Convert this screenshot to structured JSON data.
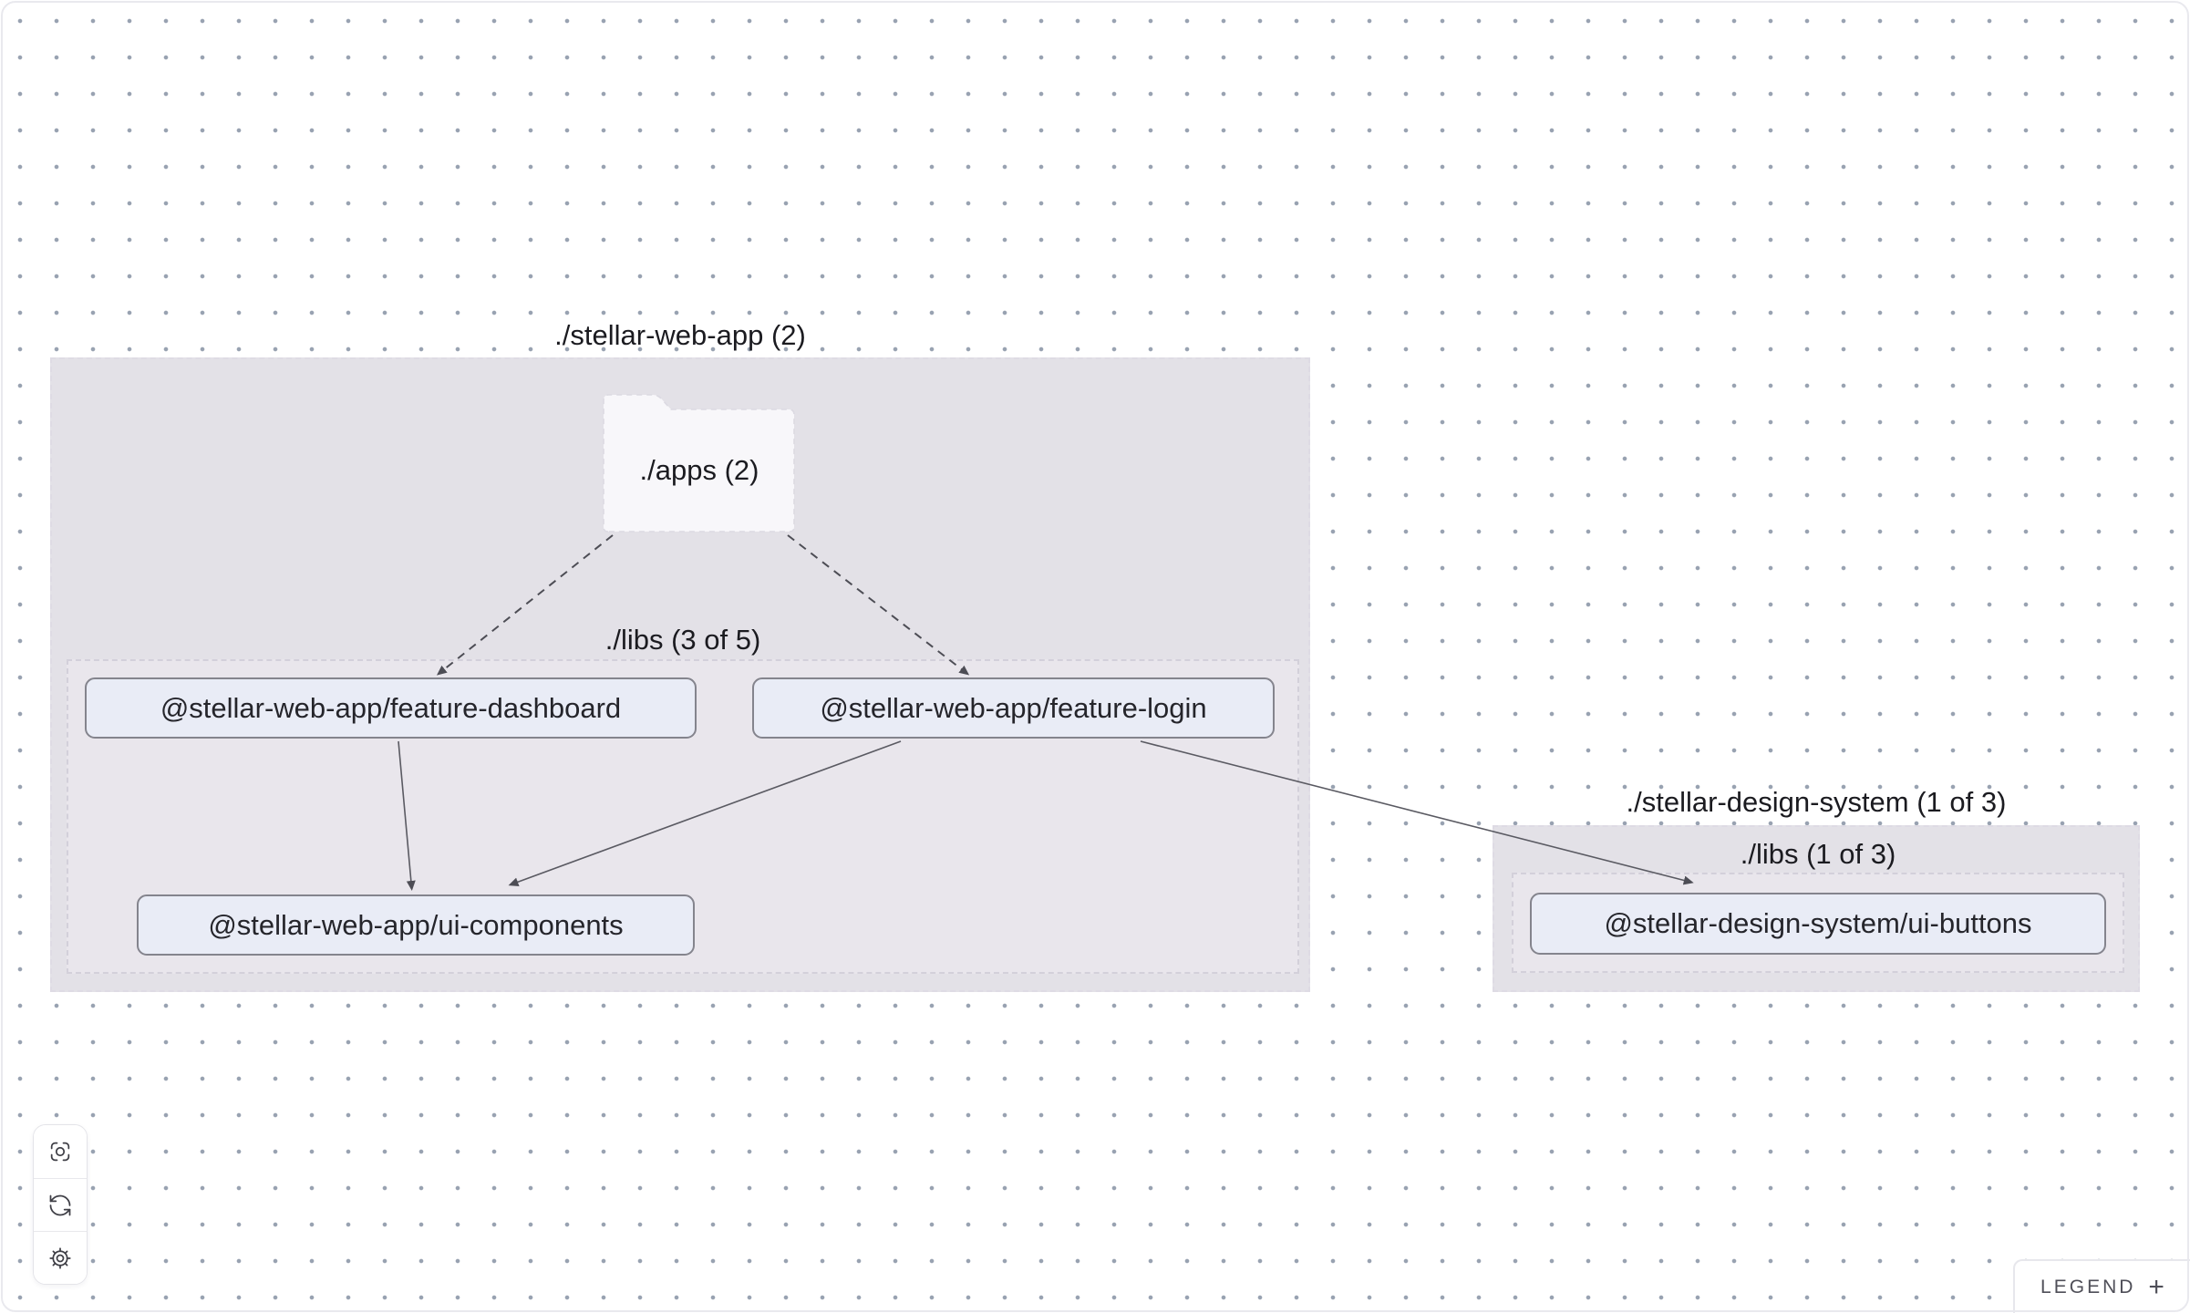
{
  "graph": {
    "group_web_app": {
      "label": "./stellar-web-app (2)"
    },
    "folder_apps": {
      "label": "./apps (2)"
    },
    "group_web_app_libs": {
      "label": "./libs (3 of 5)"
    },
    "group_design_system": {
      "label": "./stellar-design-system (1 of 3)"
    },
    "group_design_system_libs": {
      "label": "./libs (1 of 3)"
    },
    "nodes": {
      "feature_dashboard": {
        "label": "@stellar-web-app/feature-dashboard"
      },
      "feature_login": {
        "label": "@stellar-web-app/feature-login"
      },
      "ui_components": {
        "label": "@stellar-web-app/ui-components"
      },
      "ui_buttons": {
        "label": "@stellar-design-system/ui-buttons"
      }
    },
    "edges": [
      {
        "source": "./apps (2)",
        "target": "@stellar-web-app/feature-dashboard",
        "style": "dashed"
      },
      {
        "source": "./apps (2)",
        "target": "@stellar-web-app/feature-login",
        "style": "dashed"
      },
      {
        "source": "@stellar-web-app/feature-dashboard",
        "target": "@stellar-web-app/ui-components",
        "style": "solid"
      },
      {
        "source": "@stellar-web-app/feature-login",
        "target": "@stellar-web-app/ui-components",
        "style": "solid"
      },
      {
        "source": "@stellar-web-app/feature-login",
        "target": "@stellar-design-system/ui-buttons",
        "style": "solid"
      }
    ]
  },
  "toolbar": {
    "buttons": [
      {
        "icon": "focus-target-icon"
      },
      {
        "icon": "refresh-icon"
      },
      {
        "icon": "gear-icon"
      }
    ]
  },
  "legend": {
    "label": "LEGEND",
    "expand_icon": "+"
  },
  "colors": {
    "group_fill": "#e3e1e7",
    "node_fill": "#e9ecf6",
    "node_border": "#84848d",
    "edge": "#4d4d55",
    "dot_grid": "#98a2b1",
    "canvas": "#ffffff"
  }
}
